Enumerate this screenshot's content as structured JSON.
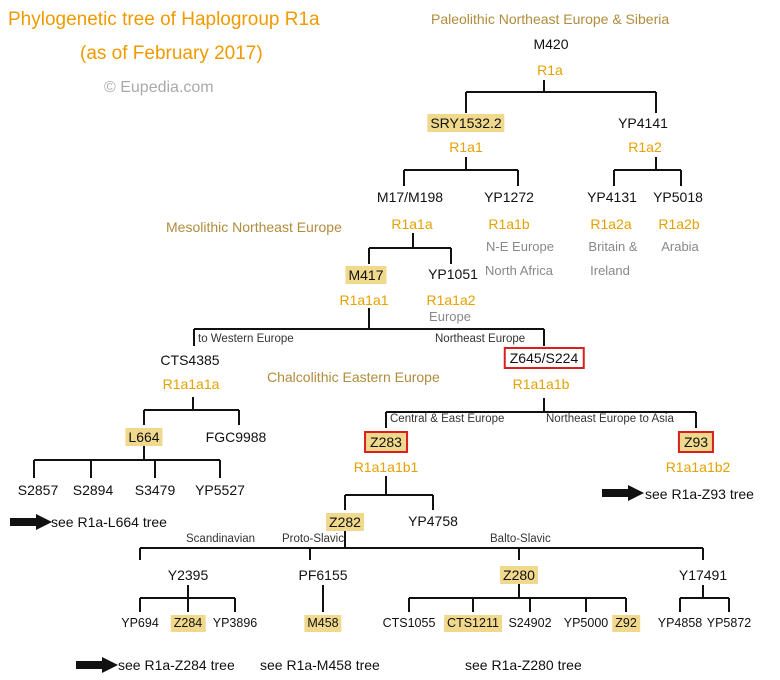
{
  "title": {
    "line1": "Phylogenetic tree of Haplogroup R1a",
    "line2": "(as of February 2017)",
    "copyright": "© Eupedia.com"
  },
  "eras": {
    "paleolithic": "Paleolithic Northeast Europe & Siberia",
    "mesolithic": "Mesolithic Northeast Europe",
    "chalcolithic": "Chalcolithic Eastern Europe"
  },
  "nodes": {
    "m420": {
      "snp": "M420",
      "hg": "R1a"
    },
    "sry": {
      "snp": "SRY1532.2",
      "hg": "R1a1"
    },
    "yp4141": {
      "snp": "YP4141",
      "hg": "R1a2"
    },
    "m17": {
      "snp": "M17/M198",
      "hg": "R1a1a"
    },
    "yp1272": {
      "snp": "YP1272",
      "hg": "R1a1b",
      "notes": [
        "N-E Europe",
        "North Africa"
      ]
    },
    "yp4131": {
      "snp": "YP4131",
      "hg": "R1a2a",
      "notes": [
        "Britain &",
        "Ireland"
      ]
    },
    "yp5018": {
      "snp": "YP5018",
      "hg": "R1a2b",
      "notes": [
        "Arabia"
      ]
    },
    "m417": {
      "snp": "M417",
      "hg": "R1a1a1"
    },
    "yp1051": {
      "snp": "YP1051",
      "hg": "R1a1a2",
      "notes": [
        "Europe"
      ]
    },
    "cts4385": {
      "snp": "CTS4385",
      "hg": "R1a1a1a"
    },
    "z645": {
      "snp": "Z645/S224",
      "hg": "R1a1a1b"
    },
    "l664": {
      "snp": "L664"
    },
    "fgc9988": {
      "snp": "FGC9988"
    },
    "z283": {
      "snp": "Z283",
      "hg": "R1a1a1b1"
    },
    "z93": {
      "snp": "Z93",
      "hg": "R1a1a1b2"
    },
    "s2857": {
      "snp": "S2857"
    },
    "s2894": {
      "snp": "S2894"
    },
    "s3479": {
      "snp": "S3479"
    },
    "yp5527": {
      "snp": "YP5527"
    },
    "z282": {
      "snp": "Z282"
    },
    "yp4758": {
      "snp": "YP4758"
    },
    "y2395": {
      "snp": "Y2395"
    },
    "pf6155": {
      "snp": "PF6155"
    },
    "z280": {
      "snp": "Z280"
    },
    "y17491": {
      "snp": "Y17491"
    },
    "yp694": {
      "snp": "YP694"
    },
    "z284": {
      "snp": "Z284"
    },
    "yp3896": {
      "snp": "YP3896"
    },
    "m458": {
      "snp": "M458"
    },
    "cts1055": {
      "snp": "CTS1055"
    },
    "cts1211": {
      "snp": "CTS1211"
    },
    "s24902": {
      "snp": "S24902"
    },
    "yp5000": {
      "snp": "YP5000"
    },
    "z92": {
      "snp": "Z92"
    },
    "yp4858": {
      "snp": "YP4858"
    },
    "yp5872": {
      "snp": "YP5872"
    }
  },
  "branches": {
    "to_western_europe": "to Western Europe",
    "northeast_europe": "Northeast Europe",
    "central_east_europe": "Central & East Europe",
    "northeast_europe_asia": "Northeast Europe to Asia",
    "scandinavian": "Scandinavian",
    "proto_slavic": "Proto-Slavic",
    "balto_slavic": "Balto-Slavic"
  },
  "links": {
    "z93_tree": "see R1a-Z93 tree",
    "l664_tree": "see R1a-L664 tree",
    "z284_tree": "see R1a-Z284 tree",
    "m458_tree": "see R1a-M458 tree",
    "z280_tree": "see R1a-Z280 tree"
  },
  "colors": {
    "haplogroup": "#e6a100",
    "era": "#b08c3c",
    "highlight": "#f0d98c",
    "box": "#d82020",
    "title": "#f09a00"
  }
}
